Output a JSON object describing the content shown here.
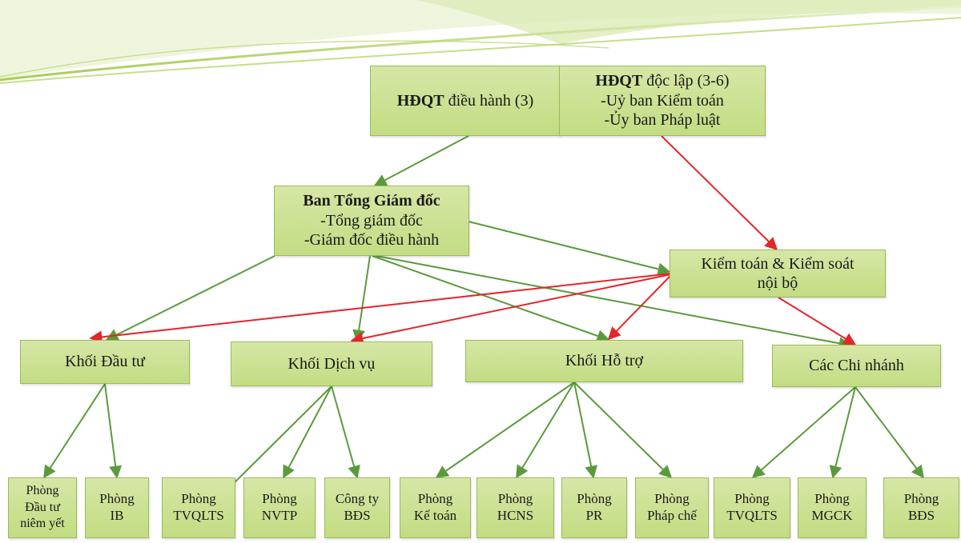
{
  "board": {
    "exec_bold": "HĐQT",
    "exec_rest": " điều hành (3)",
    "indep_bold": "HĐQT",
    "indep_rest": " độc lập (3-6)",
    "indep_line2": "-Uỷ ban Kiểm toán",
    "indep_line3": "-Ủy ban Pháp luật"
  },
  "ceo": {
    "title": "Ban Tổng Giám đốc",
    "line2": "-Tổng giám đốc",
    "line3": "-Giám đốc điều hành"
  },
  "audit": {
    "line1": "Kiểm toán & Kiểm soát",
    "line2": "nội bộ"
  },
  "divisions": {
    "investment": "Khối Đầu tư",
    "services": "Khối Dịch vụ",
    "support": "Khối Hỗ trợ",
    "branches": "Các Chi nhánh"
  },
  "departments": [
    {
      "line1": "Phòng",
      "line2": "Đầu tư",
      "line3": "niêm yết"
    },
    {
      "line1": "Phòng",
      "line2": "IB"
    },
    {
      "line1": "Phòng",
      "line2": "TVQLTS"
    },
    {
      "line1": "Phòng",
      "line2": "NVTP"
    },
    {
      "line1": "Công ty",
      "line2": "BĐS"
    },
    {
      "line1": "Phòng",
      "line2": "Kế toán"
    },
    {
      "line1": "Phòng",
      "line2": "HCNS"
    },
    {
      "line1": "Phòng",
      "line2": "PR"
    },
    {
      "line1": "Phòng",
      "line2": "Pháp chế"
    },
    {
      "line1": "Phòng",
      "line2": "TVQLTS"
    },
    {
      "line1": "Phòng",
      "line2": "MGCK"
    },
    {
      "line1": "Phòng",
      "line2": "BĐS"
    }
  ],
  "colors": {
    "box_fill": "#c9df8e",
    "box_border": "#9bbb59",
    "green_arrow": "#5b9a3c",
    "red_arrow": "#e3262b"
  }
}
